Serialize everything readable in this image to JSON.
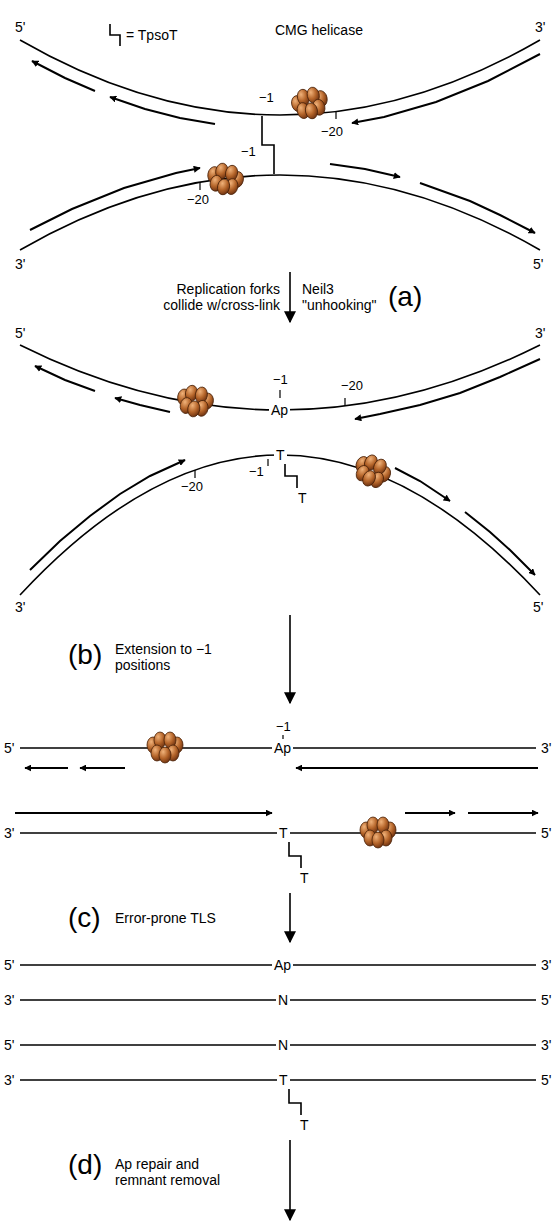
{
  "diagram": {
    "labels": [
      "5'",
      "3'",
      "CMG helicase",
      "−1",
      "−20",
      "−1",
      "−20",
      "3'",
      "5'",
      "Replication forks collide w/cross-link",
      "Neil3 \"unhooking\"",
      "(a)",
      "5'",
      "3'",
      "−1",
      "Ap",
      "−20",
      "T",
      "−1",
      "T",
      "−20",
      "3'",
      "5'",
      "(b)",
      "Extension to −1 positions",
      "5'",
      "−1",
      "Ap",
      "3'",
      "3'",
      "T",
      "5'",
      "T",
      "(c)",
      "Error-prone TLS",
      "5'",
      "Ap",
      "3'",
      "3'",
      "N",
      "5'",
      "5'",
      "N",
      "3'",
      "3'",
      "T",
      "5'",
      "T",
      "(d)",
      "Ap repair and remnant removal"
    ],
    "legend": [
      {
        "text": "= TpsoT"
      }
    ]
  }
}
